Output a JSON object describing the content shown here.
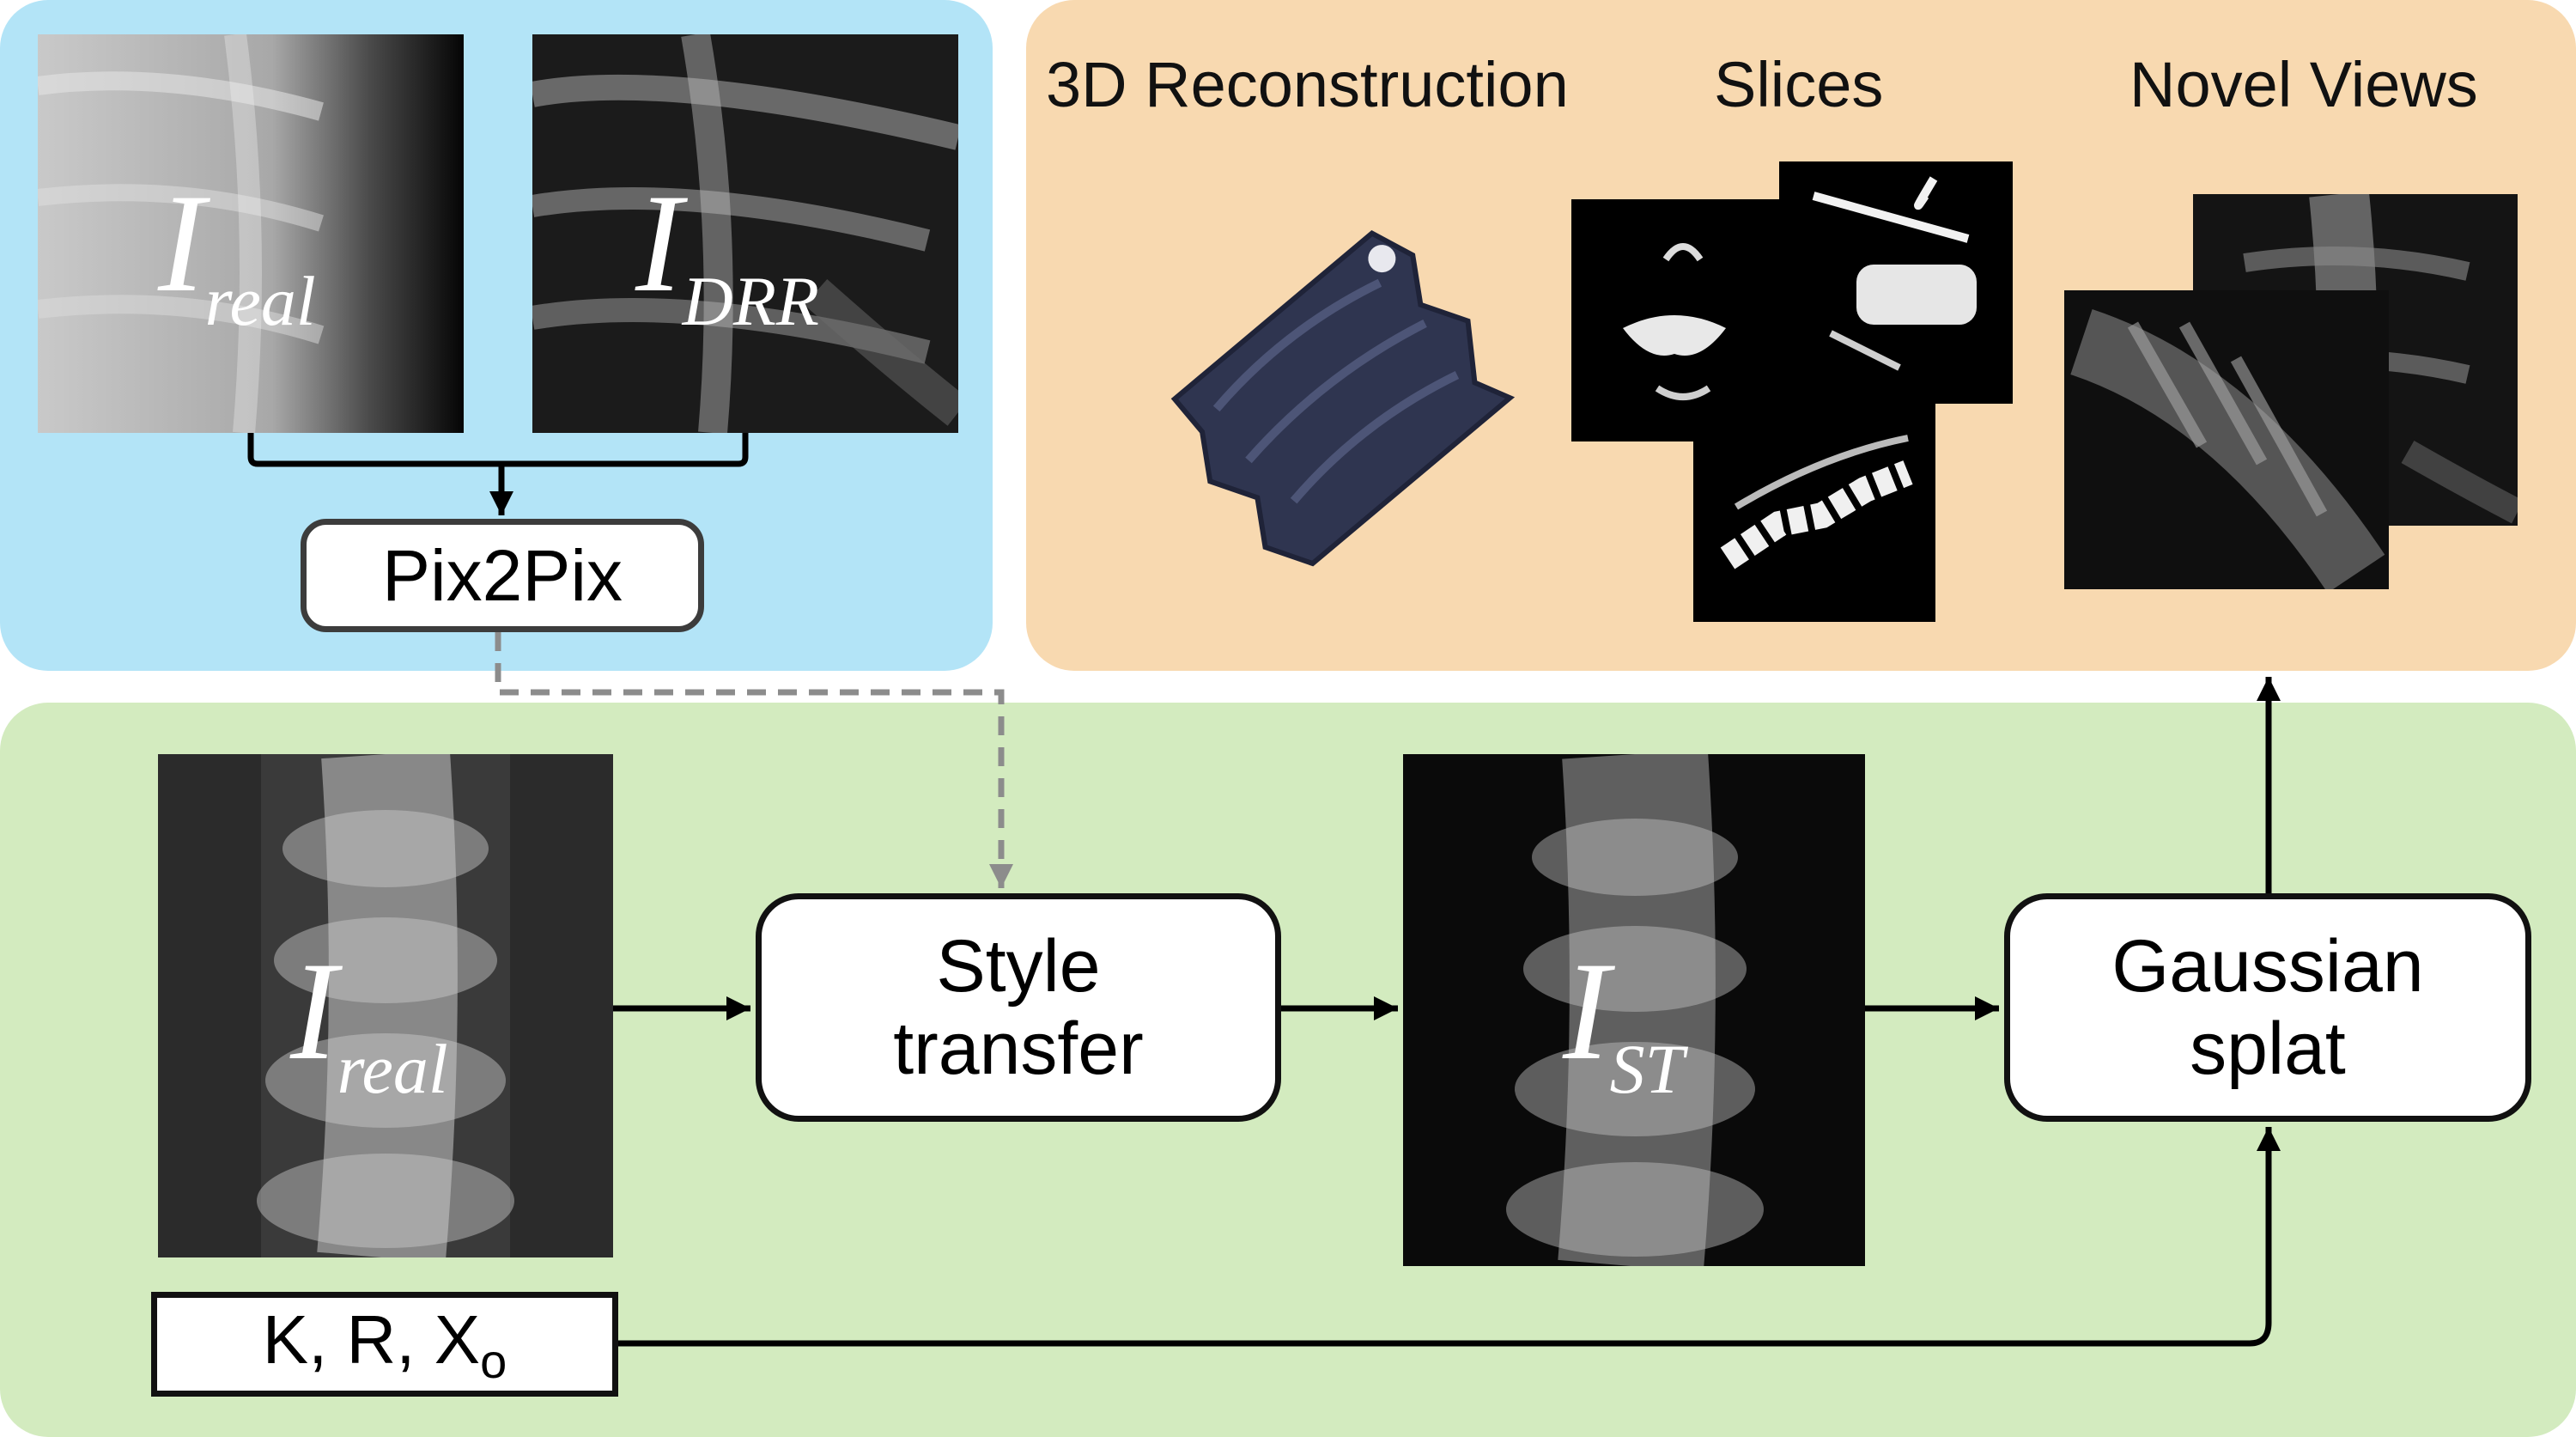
{
  "panels": {
    "top_left": {
      "color": "#b3e4f7"
    },
    "top_right": {
      "color": "#f8d9b0"
    },
    "bottom": {
      "color": "#d3ebbf"
    }
  },
  "top_left": {
    "real_image": {
      "main": "I",
      "sub": "real"
    },
    "drr_image": {
      "main": "I",
      "sub": "DRR"
    },
    "pix2pix_label": "Pix2Pix"
  },
  "top_right": {
    "headers": {
      "reconstruction": "3D Reconstruction",
      "slices": "Slices",
      "novel_views": "Novel Views"
    }
  },
  "bottom": {
    "input_image": {
      "main": "I",
      "sub": "real"
    },
    "style_transfer": {
      "line1": "Style",
      "line2": "transfer"
    },
    "st_image": {
      "main": "I",
      "sub": "ST"
    },
    "gaussian_splat": {
      "line1": "Gaussian",
      "line2": "splat"
    },
    "camera_params": {
      "text": "K, R, X",
      "sub": "o"
    }
  },
  "colors": {
    "arrow": "#000000",
    "dashed_arrow": "#8c8c8c",
    "volume": "#2f3550"
  }
}
